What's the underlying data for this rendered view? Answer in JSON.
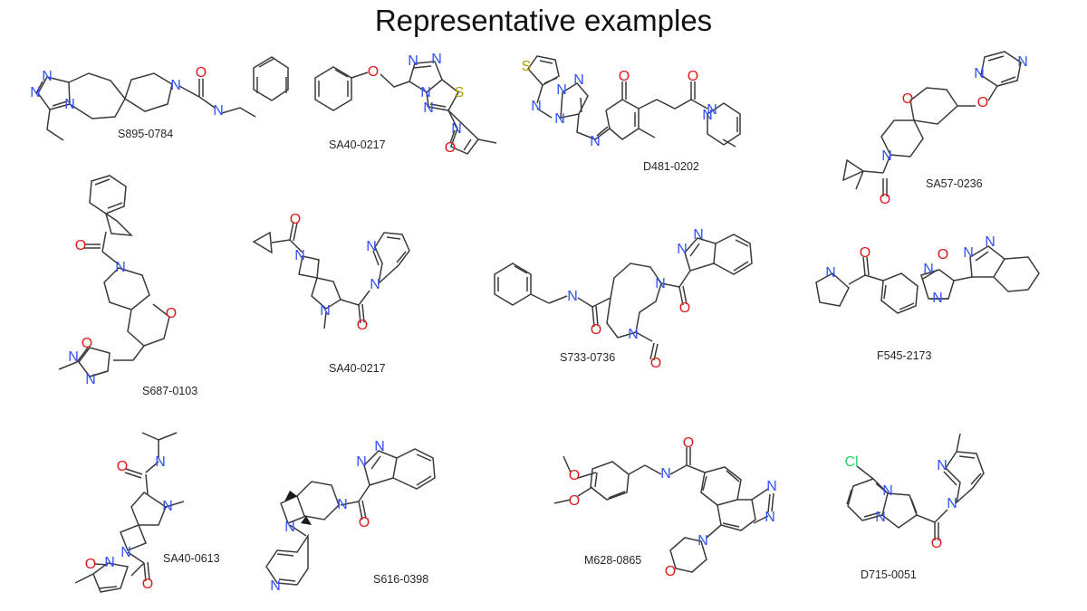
{
  "slide": {
    "title": "Representative examples",
    "background_color": "#ffffff",
    "title_color": "#111111"
  },
  "palette": {
    "bond": "#3a3a3a",
    "nitrogen": "#3050f8",
    "oxygen": "#e01b1b",
    "sulfur": "#b3a000",
    "chlorine": "#25d366",
    "carbon_label": "#262626"
  },
  "molecules": [
    {
      "id": "S895-0784",
      "label": "S895-0784",
      "row": 1,
      "column": 1,
      "atom_labels": [
        "N",
        "N",
        "N",
        "N",
        "O",
        "N"
      ],
      "elements_present": [
        "N",
        "O"
      ]
    },
    {
      "id": "SA40-0217-a",
      "label": "SA40-0217",
      "row": 1,
      "column": 2,
      "atom_labels": [
        "O",
        "N",
        "N",
        "N",
        "S",
        "N",
        "N",
        "O"
      ],
      "elements_present": [
        "N",
        "O",
        "S"
      ]
    },
    {
      "id": "D481-0202",
      "label": "D481-0202",
      "row": 1,
      "column": 3,
      "atom_labels": [
        "S",
        "N",
        "N",
        "N",
        "N",
        "N",
        "O",
        "O",
        "N",
        "N"
      ],
      "elements_present": [
        "N",
        "O",
        "S"
      ]
    },
    {
      "id": "SA57-0236",
      "label": "SA57-0236",
      "row": 1,
      "column": 4,
      "atom_labels": [
        "N",
        "N",
        "O",
        "O",
        "N",
        "O"
      ],
      "elements_present": [
        "N",
        "O"
      ]
    },
    {
      "id": "S687-0103",
      "label": "S687-0103",
      "row": 2,
      "column": 1,
      "atom_labels": [
        "O",
        "N",
        "O",
        "N",
        "O",
        "N"
      ],
      "elements_present": [
        "N",
        "O"
      ]
    },
    {
      "id": "SA40-0217-b",
      "label": "SA40-0217",
      "row": 2,
      "column": 2,
      "atom_labels": [
        "O",
        "N",
        "N",
        "N",
        "N",
        "O"
      ],
      "elements_present": [
        "N",
        "O"
      ]
    },
    {
      "id": "S733-0736",
      "label": "S733-0736",
      "row": 2,
      "column": 3,
      "atom_labels": [
        "N",
        "O",
        "N",
        "N",
        "O",
        "N",
        "N",
        "O"
      ],
      "elements_present": [
        "N",
        "O"
      ]
    },
    {
      "id": "F545-2173",
      "label": "F545-2173",
      "row": 2,
      "column": 4,
      "atom_labels": [
        "N",
        "O",
        "N",
        "O",
        "N",
        "N",
        "N"
      ],
      "elements_present": [
        "N",
        "O"
      ]
    },
    {
      "id": "SA40-0613",
      "label": "SA40-0613",
      "row": 3,
      "column": 1,
      "atom_labels": [
        "O",
        "N",
        "N",
        "N",
        "O",
        "N",
        "O"
      ],
      "elements_present": [
        "N",
        "O"
      ]
    },
    {
      "id": "S616-0398",
      "label": "S616-0398",
      "row": 3,
      "column": 2,
      "atom_labels": [
        "N",
        "N",
        "N",
        "N",
        "O",
        "N"
      ],
      "elements_present": [
        "N",
        "O"
      ]
    },
    {
      "id": "M628-0865",
      "label": "M628-0865",
      "row": 3,
      "column": 3,
      "atom_labels": [
        "O",
        "O",
        "N",
        "O",
        "N",
        "N",
        "N",
        "O"
      ],
      "elements_present": [
        "N",
        "O"
      ]
    },
    {
      "id": "D715-0051",
      "label": "D715-0051",
      "row": 3,
      "column": 4,
      "atom_labels": [
        "Cl",
        "N",
        "N",
        "N",
        "N",
        "O"
      ],
      "elements_present": [
        "N",
        "O",
        "Cl"
      ]
    }
  ]
}
